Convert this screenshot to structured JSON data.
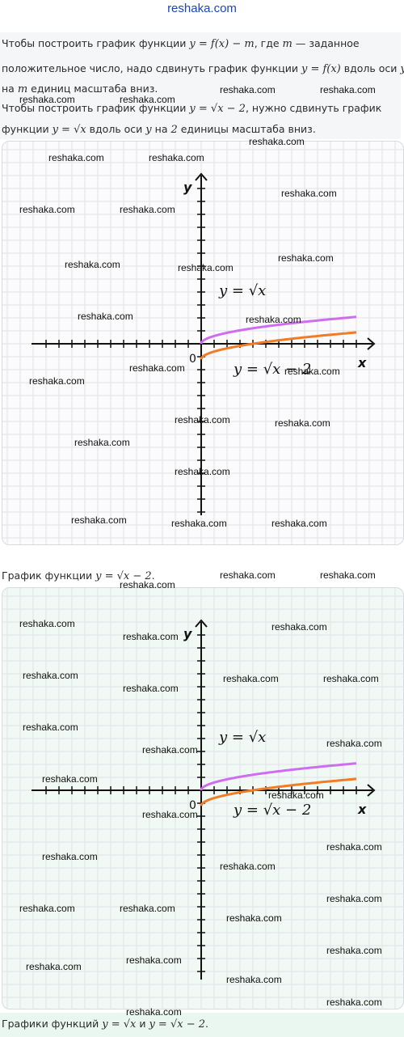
{
  "site": "reshaka.com",
  "text": {
    "p1a": "Чтобы построить график функции",
    "m1": "y = f(x) − m",
    "p1b": ", где",
    "m2": "m",
    "p1c": "— заданное",
    "p2a": "положительное число, надо сдвинуть график функции",
    "m3": "y = f(x)",
    "p2b": "вдоль оси",
    "m4": "y",
    "p3a": "на",
    "m5": "m",
    "p3b": "единиц масштаба вниз.",
    "p4a": "Чтобы построить график функции",
    "m6": "y = √x − 2",
    "p4b": ", нужно сдвинуть график",
    "p5a": "функции",
    "m7": "y = √x",
    "p5b": "вдоль оси",
    "m8": "y",
    "p5c": "на",
    "m9": "2",
    "p5d": "единицы масштаба вниз."
  },
  "caption1": {
    "label": "График функции",
    "formula": "y = √x − 2",
    "end": "."
  },
  "caption2": {
    "label": "Графики функций",
    "f1": "y = √x",
    "and": "и",
    "f2": "y = √x − 2",
    "end": "."
  },
  "graph": {
    "x_axis_label": "x",
    "y_axis_label": "y",
    "origin_label": "0",
    "curve1_label": "y = √x",
    "curve2_label": "y = √x − 2",
    "curve1_color": "#d06cf0",
    "curve2_color": "#f07c28",
    "grid_color": "#dfe2e7"
  },
  "watermark": "reshaka.com"
}
